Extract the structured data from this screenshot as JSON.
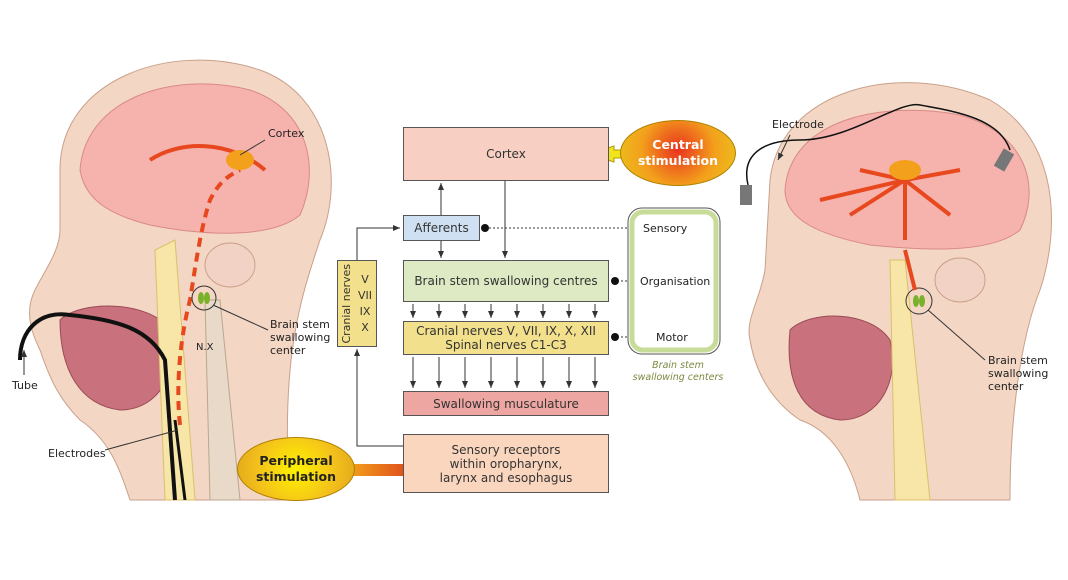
{
  "boxes": {
    "cortex": "Cortex",
    "afferents": "Afferents",
    "brainstem": "Brain stem swallowing centres",
    "cranial_line1": "Cranial nerves V, VII, IX, X, XII",
    "cranial_line2": "Spinal nerves C1-C3",
    "musculature": "Swallowing musculature",
    "receptors_line1": "Sensory receptors",
    "receptors_line2": "within oropharynx,",
    "receptors_line3": "larynx and esophagus",
    "cranial_vertical": "Cranial nerves",
    "cranial_numerals": [
      "V",
      "VII",
      "IX",
      "X"
    ]
  },
  "centers_panel": {
    "sensory": "Sensory",
    "organisation": "Organisation",
    "motor": "Motor",
    "caption_line1": "Brain stem",
    "caption_line2": "swallowing centers"
  },
  "stimulation": {
    "central_line1": "Central",
    "central_line2": "stimulation",
    "peripheral_line1": "Peripheral",
    "peripheral_line2": "stimulation"
  },
  "left_head": {
    "cortex": "Cortex",
    "nx": "N.X",
    "center_line1": "Brain stem",
    "center_line2": "swallowing",
    "center_line3": "center",
    "tube": "Tube",
    "electrodes": "Electrodes"
  },
  "right_head": {
    "electrode": "Electrode",
    "center_line1": "Brain stem",
    "center_line2": "swallowing",
    "center_line3": "center"
  },
  "colors": {
    "cortex": "#f8cfc3",
    "afferents": "#cfe0f2",
    "brainstem": "#deeac4",
    "cranial": "#f2e08c",
    "musculature": "#eea6a2",
    "receptors": "#fbd6bf",
    "panel": "#c8dc9a",
    "stim": "#f3b21c"
  }
}
